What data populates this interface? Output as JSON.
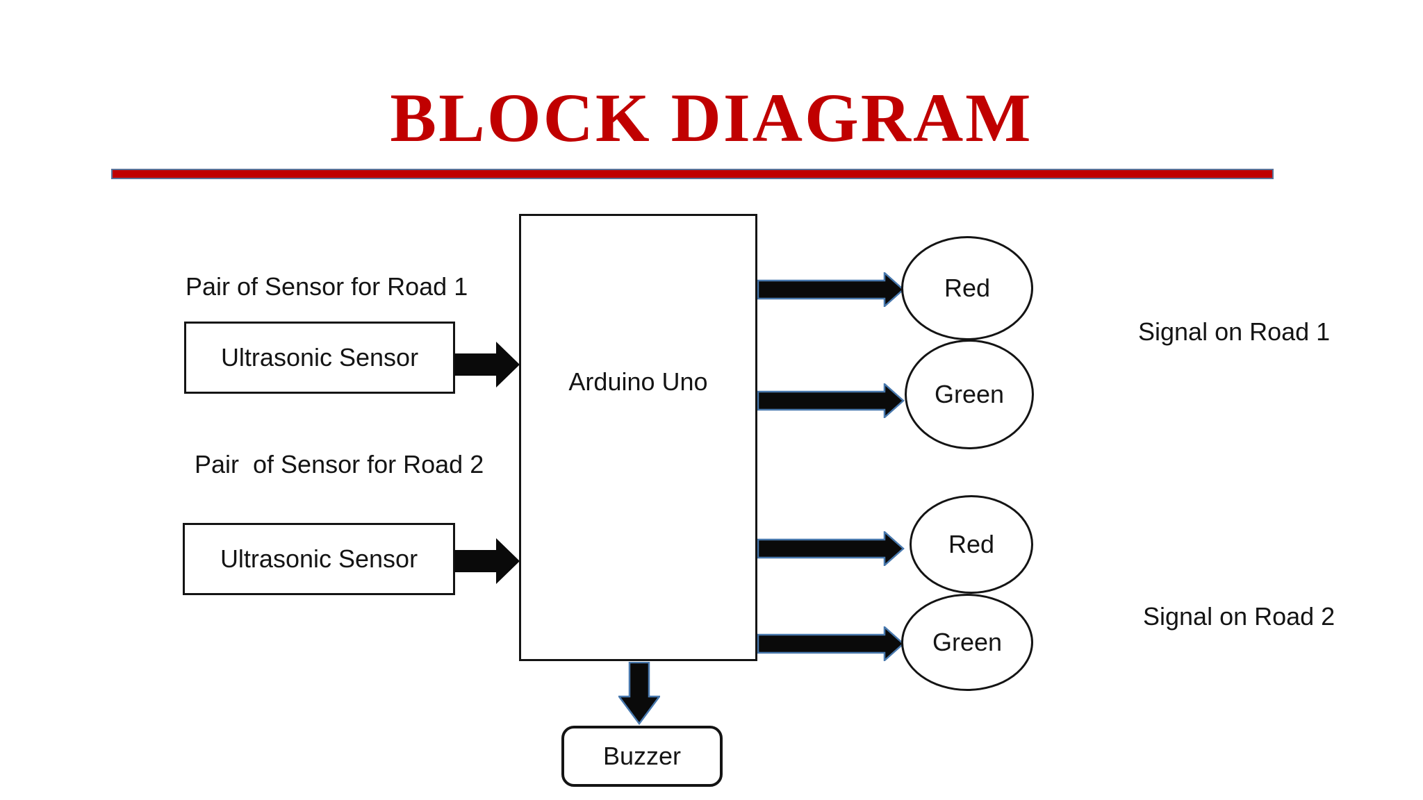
{
  "colors": {
    "title_red": "#C00000",
    "divider_red": "#C00000",
    "divider_border_blue": "#5A7299",
    "arrow_fill": "#0a0a0a",
    "arrow_outline_blue": "#4878AD",
    "shape_border": "#141414",
    "text": "#141414",
    "page_bg": "#ffffff"
  },
  "header": {
    "title": "BLOCK DIAGRAM"
  },
  "diagram": {
    "road1": {
      "label": "Pair of Sensor for Road 1",
      "sensor_box": "Ultrasonic Sensor"
    },
    "road2": {
      "label": "Pair  of Sensor for Road 2",
      "sensor_box": "Ultrasonic Sensor"
    },
    "controller": {
      "label": "Arduino Uno"
    },
    "signals_road1": {
      "lights": [
        "Red",
        "Green"
      ],
      "label": "Signal on Road 1"
    },
    "signals_road2": {
      "lights": [
        "Red",
        "Green"
      ],
      "label": "Signal on Road 2"
    },
    "buzzer": {
      "label": "Buzzer"
    }
  },
  "icons": {
    "arrow_right": "block-arrow-right",
    "arrow_down": "block-arrow-down"
  }
}
